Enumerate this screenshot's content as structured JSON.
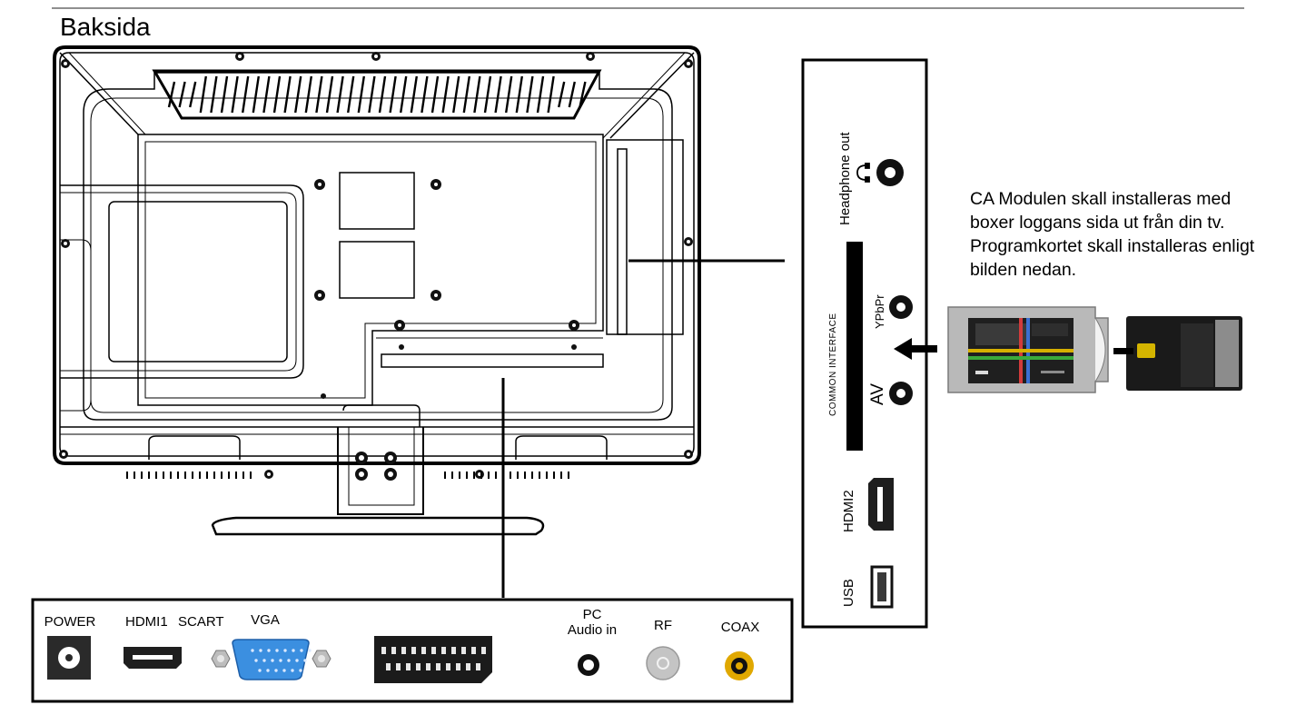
{
  "page": {
    "title": "Baksida"
  },
  "bottom_panel": {
    "connectors": [
      {
        "id": "power",
        "label": "POWER",
        "icon": "dc-power-jack-icon"
      },
      {
        "id": "hdmi1",
        "label": "HDMI1",
        "icon": "hdmi-port-icon"
      },
      {
        "id": "scart",
        "label": "SCART",
        "icon": "scart-port-icon"
      },
      {
        "id": "vga",
        "label": "VGA",
        "icon": "vga-port-icon",
        "color": "#3b8fe0"
      },
      {
        "id": "pc_audio",
        "label_lines": [
          "PC",
          "Audio in"
        ],
        "icon": "audio-jack-icon"
      },
      {
        "id": "rf",
        "label": "RF",
        "icon": "rf-coax-icon",
        "color": "#bdbdbd"
      },
      {
        "id": "coax",
        "label": "COAX",
        "icon": "coax-digital-audio-icon",
        "color": "#e0a800"
      }
    ]
  },
  "side_panel": {
    "connectors": [
      {
        "id": "headphone",
        "label": "Headphone out",
        "icon": "headphone-jack-icon"
      },
      {
        "id": "ypbpr",
        "label": "YPbPr",
        "icon": "ypbpr-jack-icon"
      },
      {
        "id": "av",
        "label": "AV",
        "icon": "av-jack-icon"
      },
      {
        "id": "hdmi2",
        "label": "HDMI2",
        "icon": "hdmi-port-icon"
      },
      {
        "id": "usb",
        "label": "USB",
        "icon": "usb-port-icon"
      }
    ],
    "ci_slot_label": "COMMON INTERFACE"
  },
  "ca_note": {
    "lines": [
      "CA Modulen skall installeras med",
      "boxer loggans sida ut från din tv.",
      "Programkortet skall installeras enligt",
      "bilden nedan."
    ]
  },
  "colors": {
    "ca_module": "#b9b9b9",
    "ca_module_screen": "#1f1f1f",
    "smartcard": "#1a1a1a",
    "smartcard_chip": "#d4b400"
  }
}
